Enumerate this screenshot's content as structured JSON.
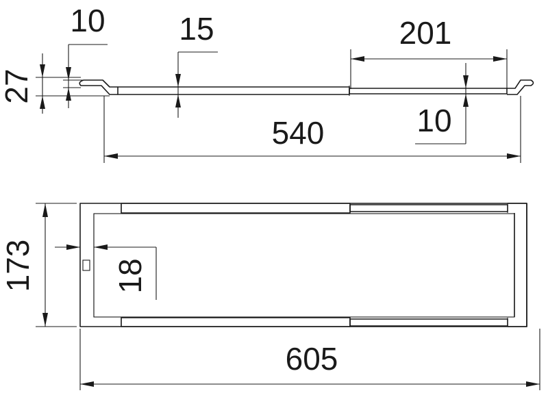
{
  "dimensions": {
    "side_thickness": "27",
    "side_hook_offset": "10",
    "side_rod_diameter": "15",
    "side_extension_length": "201",
    "side_extension_offset": "10",
    "side_total_length": "540",
    "top_depth": "173",
    "top_end_offset": "18",
    "top_total_length": "605"
  }
}
